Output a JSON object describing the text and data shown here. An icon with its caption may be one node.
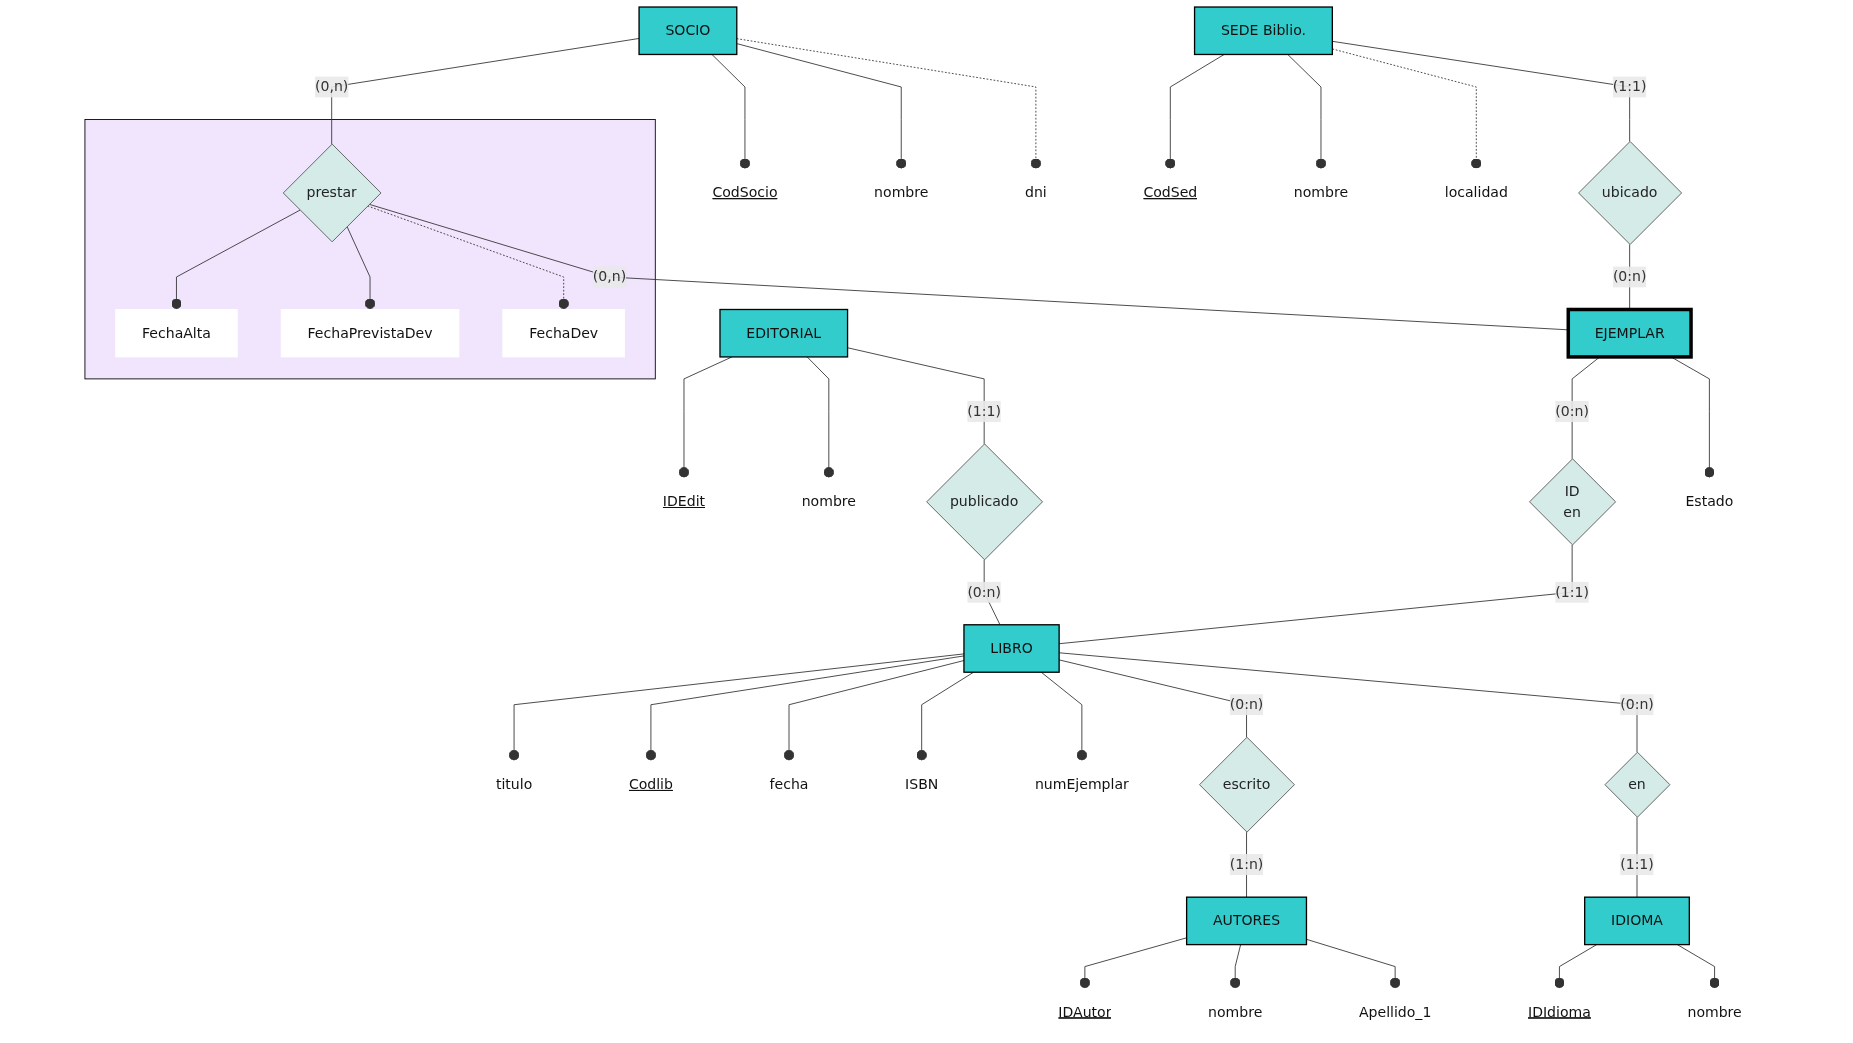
{
  "diagram": {
    "nodes": [
      {
        "text": [
          "SOCIO"
        ]
      },
      {
        "text": [
          "CodSocio"
        ]
      },
      {
        "text": [
          "nombre"
        ]
      },
      {
        "text": [
          "dni"
        ]
      },
      {
        "text": [
          "SEDE Biblio."
        ]
      },
      {
        "text": [
          "CodSed"
        ]
      },
      {
        "text": [
          "nombre"
        ]
      },
      {
        "text": [
          "localidad"
        ]
      },
      {
        "text": [],
        "shape": "box"
      },
      {
        "text": [
          "prestar"
        ],
        "in": 8
      },
      {
        "text": [
          "FechaAlta"
        ],
        "in": 8
      },
      {
        "text": [
          "FechaPrevistaDev"
        ],
        "in": 8
      },
      {
        "text": [
          "FechaDev"
        ],
        "in": 8
      },
      {
        "text": [
          "ubicado"
        ]
      },
      {
        "text": [
          "EDITORIAL"
        ]
      },
      {
        "text": [
          "IDEdit"
        ]
      },
      {
        "text": [
          "nombre"
        ]
      },
      {
        "text": [
          "publicado"
        ]
      },
      {
        "text": [
          "LIBRO"
        ]
      },
      {
        "text": [
          "titulo"
        ]
      },
      {
        "text": [
          "Codlib"
        ]
      },
      {
        "text": [
          "fecha"
        ]
      },
      {
        "text": [
          "ISBN"
        ]
      },
      {
        "text": [
          "EJEMPLAR"
        ]
      },
      {
        "text": [
          "ID",
          "en"
        ]
      },
      {
        "text": [
          "numEjemplar"
        ]
      },
      {
        "text": [
          "Estado"
        ]
      },
      {
        "text": [
          "escrito"
        ]
      },
      {
        "text": [
          "en"
        ]
      },
      {
        "text": [
          "IDIOMA"
        ]
      },
      {
        "text": [
          "IDIdioma"
        ]
      },
      {
        "text": [
          "nombre"
        ]
      },
      {
        "text": [
          "AUTORES"
        ]
      },
      {
        "text": [
          "IDAutor"
        ]
      },
      {
        "text": [
          "nombre"
        ]
      },
      {
        "text": [
          "Apellido_1"
        ]
      }
    ],
    "edges": [
      {
        "from": 0,
        "to": 1,
        "arrow": "other"
      },
      {
        "from": 0,
        "to": 2,
        "arrow": "other"
      },
      {
        "from": 0,
        "to": 3,
        "arrow": "other",
        "style": "dashed"
      },
      {
        "from": 0,
        "to": 9,
        "arrow": "none",
        "label": "(0,n)"
      },
      {
        "from": 4,
        "to": 5,
        "arrow": "other"
      },
      {
        "from": 4,
        "to": 6,
        "arrow": "other"
      },
      {
        "from": 4,
        "to": 7,
        "arrow": "other",
        "style": "dashed"
      },
      {
        "from": 9,
        "to": 10,
        "arrow": "other"
      },
      {
        "from": 9,
        "to": 11,
        "arrow": "other"
      },
      {
        "from": 9,
        "to": 12,
        "arrow": "other",
        "style": "dashed"
      },
      {
        "from": 4,
        "to": 13,
        "arrow": "none",
        "label": "(1:1)"
      },
      {
        "from": 9,
        "to": 23,
        "arrow": "none",
        "label": "(0,n)"
      },
      {
        "from": 13,
        "to": 23,
        "arrow": "none",
        "label": "(0:n)"
      },
      {
        "from": 14,
        "to": 17,
        "arrow": "none",
        "label": "(1:1)"
      },
      {
        "from": 14,
        "to": 15,
        "arrow": "other"
      },
      {
        "from": 14,
        "to": 16,
        "arrow": "other"
      },
      {
        "from": 17,
        "to": 18,
        "arrow": "none",
        "label": "(0:n)"
      },
      {
        "from": 18,
        "to": 19,
        "arrow": "other"
      },
      {
        "from": 18,
        "to": 20,
        "arrow": "other"
      },
      {
        "from": 18,
        "to": 21,
        "arrow": "other"
      },
      {
        "from": 18,
        "to": 22,
        "arrow": "other"
      },
      {
        "from": 23,
        "to": 24,
        "arrow": "none",
        "label": "(0:n)"
      },
      {
        "from": 24,
        "to": 18,
        "arrow": "none",
        "label": "(1:1)"
      },
      {
        "from": 18,
        "to": 25,
        "arrow": "other"
      },
      {
        "from": 23,
        "to": 26,
        "arrow": "other"
      },
      {
        "from": 18,
        "to": 27,
        "arrow": "none",
        "label": "(0:n)"
      },
      {
        "from": 27,
        "to": 32,
        "arrow": "none",
        "label": "(1:n)"
      },
      {
        "from": 18,
        "to": 28,
        "arrow": "none",
        "label": "(0:n)"
      },
      {
        "from": 28,
        "to": 29,
        "arrow": "none",
        "label": "(1:1)"
      },
      {
        "from": 29,
        "to": 30,
        "arrow": "other"
      },
      {
        "from": 29,
        "to": 31,
        "arrow": "other"
      },
      {
        "from": 32,
        "to": 33,
        "arrow": "other"
      },
      {
        "from": 32,
        "to": 34,
        "arrow": "other"
      },
      {
        "from": 32,
        "to": 35,
        "arrow": "other"
      }
    ]
  }
}
